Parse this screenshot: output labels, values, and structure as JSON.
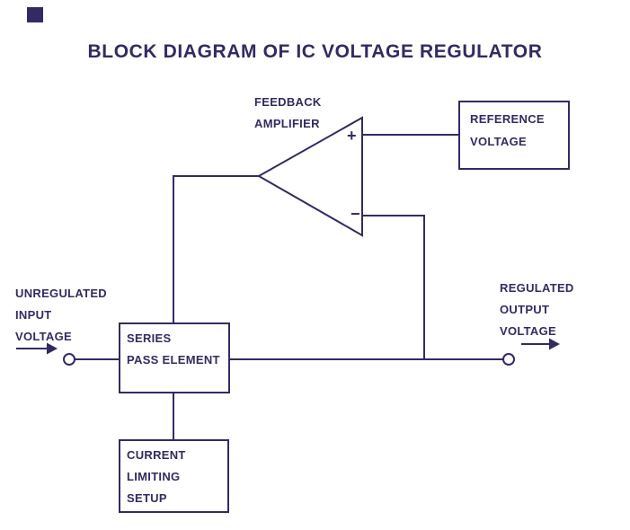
{
  "title": "BLOCK DIAGRAM OF IC VOLTAGE REGULATOR",
  "colors": {
    "ink": "#322b63",
    "background": "#ffffff"
  },
  "amplifier": {
    "lines": [
      "FEEDBACK",
      "AMPLIFIER"
    ],
    "plus_sign": "+",
    "minus_sign": "−"
  },
  "blocks": {
    "reference": {
      "lines": [
        "REFERENCE",
        "VOLTAGE"
      ]
    },
    "series_pass": {
      "lines": [
        "SERIES",
        "PASS ELEMENT"
      ]
    },
    "current_limiting": {
      "lines": [
        "CURRENT",
        "LIMITING",
        "SETUP"
      ]
    }
  },
  "terminals": {
    "input": {
      "lines": [
        "UNREGULATED",
        "INPUT",
        "VOLTAGE"
      ]
    },
    "output": {
      "lines": [
        "REGULATED",
        "OUTPUT",
        "VOLTAGE"
      ]
    }
  }
}
